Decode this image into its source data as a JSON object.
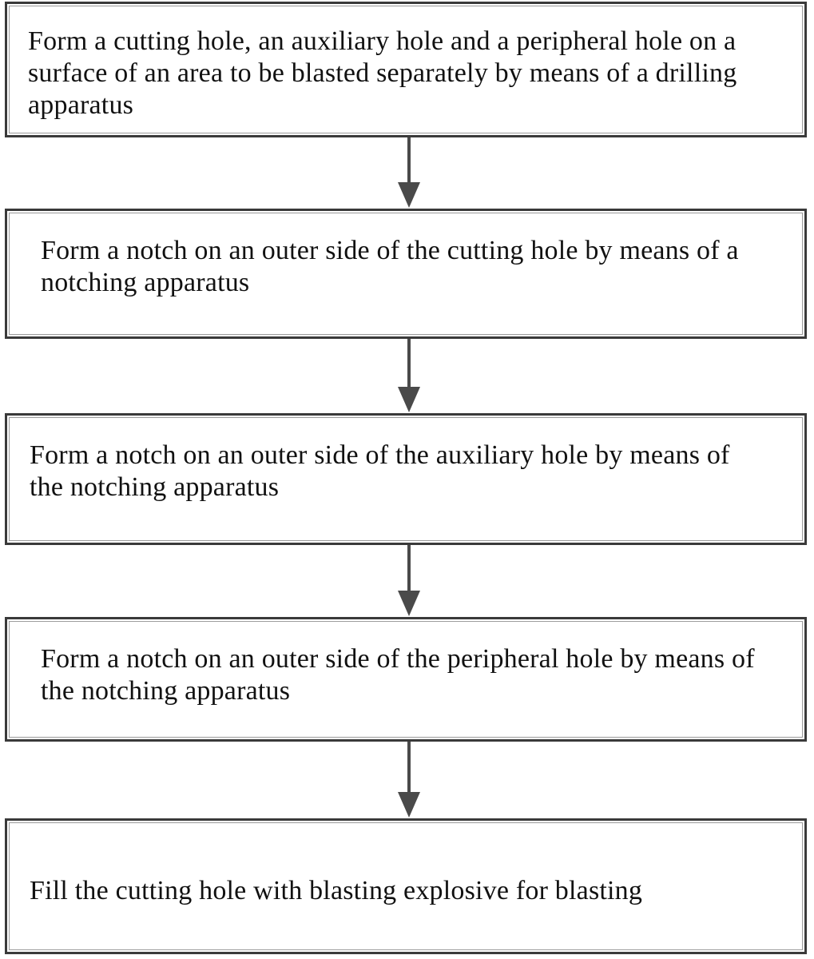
{
  "flowchart": {
    "steps": [
      {
        "text": "Form a cutting hole, an auxiliary hole and a peripheral hole on a surface of an area to be blasted separately by means of a drilling apparatus"
      },
      {
        "text": "Form a notch on an outer side of the cutting hole by means of a notching apparatus"
      },
      {
        "text": "Form a notch on an outer side of the auxiliary hole by means of the notching apparatus"
      },
      {
        "text": "Form a notch on an outer side of the peripheral hole by means of the notching apparatus"
      },
      {
        "text": "Fill the cutting hole with blasting explosive for blasting"
      }
    ],
    "colors": {
      "border": "#3a3a3a",
      "arrow": "#4a4a4a",
      "text": "#111111",
      "background": "#ffffff"
    }
  }
}
